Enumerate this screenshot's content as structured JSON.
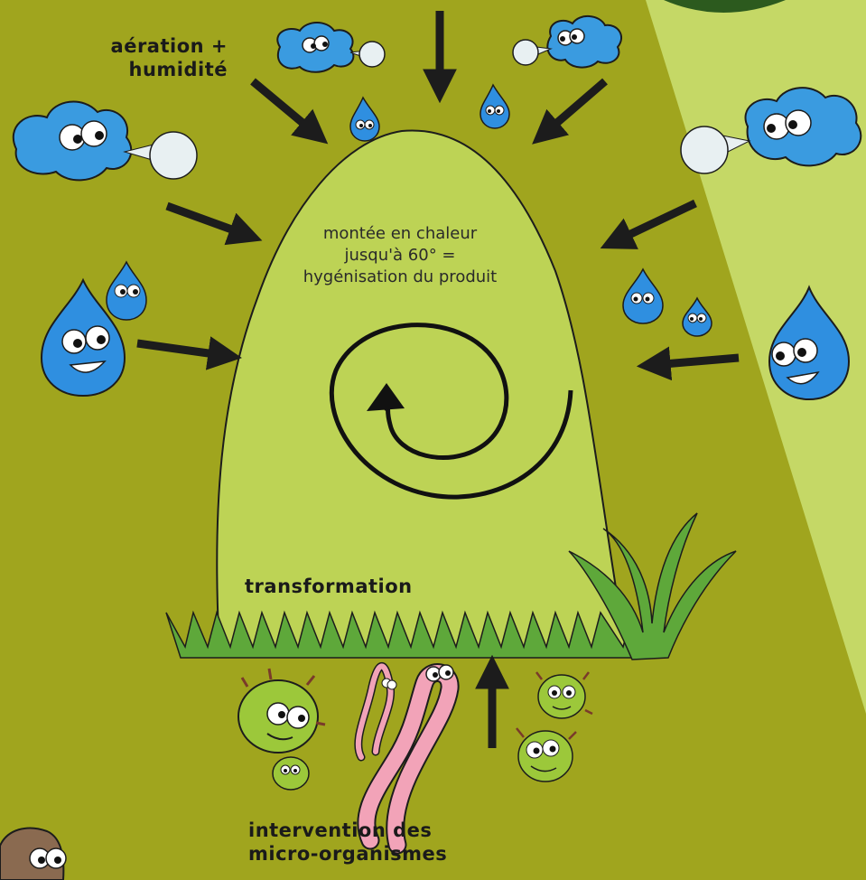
{
  "labels": {
    "aeration_line1": "aération +",
    "aeration_line2": "humidité",
    "inside_line1": "montée en chaleur",
    "inside_line2": "jusqu'à 60° =",
    "inside_line3": "hygénisation du produit",
    "transformation": "transformation",
    "intervention_line1": "intervention des",
    "intervention_line2": "micro-organismes"
  },
  "colors": {
    "background": "#a0a51e",
    "light_panel": "#c5d866",
    "pile_fill": "#bdd355",
    "cloud_blue": "#3a9be0",
    "drop_blue": "#2f8fe0",
    "puff": "#e8f0f2",
    "microbe_green": "#9cc83a",
    "worm_pink": "#f2a3b8",
    "grass_green": "#5ea83a",
    "arrow": "#1c1c1c"
  },
  "icons": [
    "cloud-icon",
    "water-drop-icon",
    "microbe-icon",
    "worm-icon",
    "grass-icon",
    "arrow-icon",
    "spiral-icon"
  ]
}
